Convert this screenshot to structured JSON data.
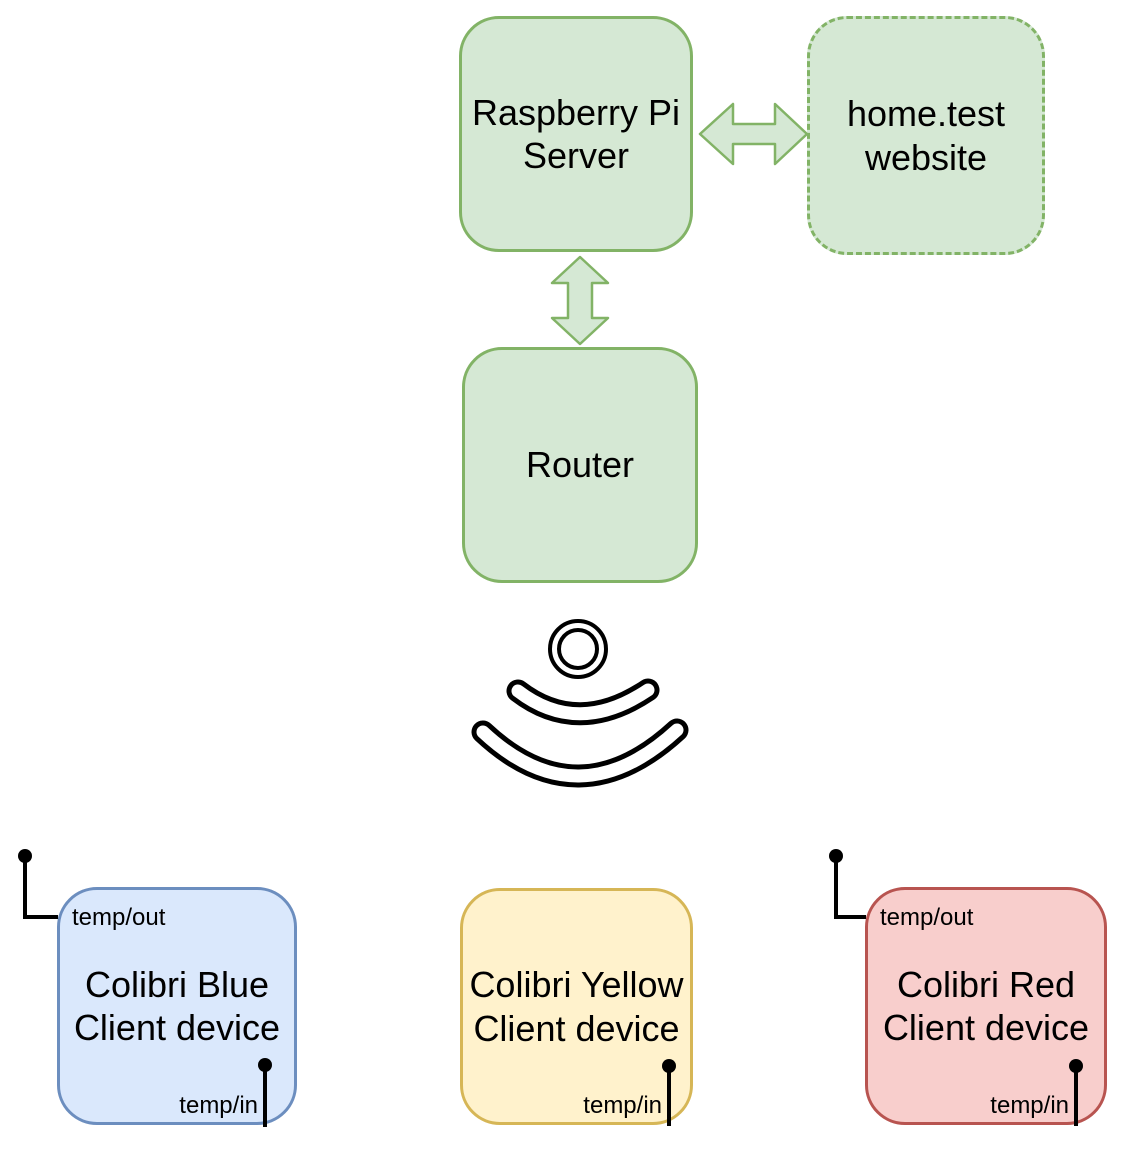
{
  "diagram": {
    "nodes": {
      "server": {
        "label": "Raspberry Pi\nServer"
      },
      "website": {
        "label": "home.test\nwebsite"
      },
      "router": {
        "label": "Router"
      },
      "client_blue": {
        "label": "Colibri Blue\nClient device",
        "topic_out": "temp/out",
        "topic_in": "temp/in"
      },
      "client_yellow": {
        "label": "Colibri Yellow\nClient device",
        "topic_in": "temp/in"
      },
      "client_red": {
        "label": "Colibri Red\nClient device",
        "topic_out": "temp/out",
        "topic_in": "temp/in"
      }
    },
    "connections": [
      {
        "from": "Raspberry Pi Server",
        "to": "home.test website",
        "style": "double-arrow"
      },
      {
        "from": "Raspberry Pi Server",
        "to": "Router",
        "style": "double-arrow"
      },
      {
        "from": "Router",
        "to": "client devices",
        "style": "wifi-signal"
      }
    ],
    "colors": {
      "green_fill": "#d5e8d4",
      "green_stroke": "#82b366",
      "blue_fill": "#dae8fc",
      "blue_stroke": "#6c8ebf",
      "yellow_fill": "#fff2cc",
      "yellow_stroke": "#d6b656",
      "red_fill": "#f8cecc",
      "red_stroke": "#b85450",
      "connector": "#000000"
    },
    "icons": {
      "wifi": "wifi-signal-icon"
    }
  }
}
